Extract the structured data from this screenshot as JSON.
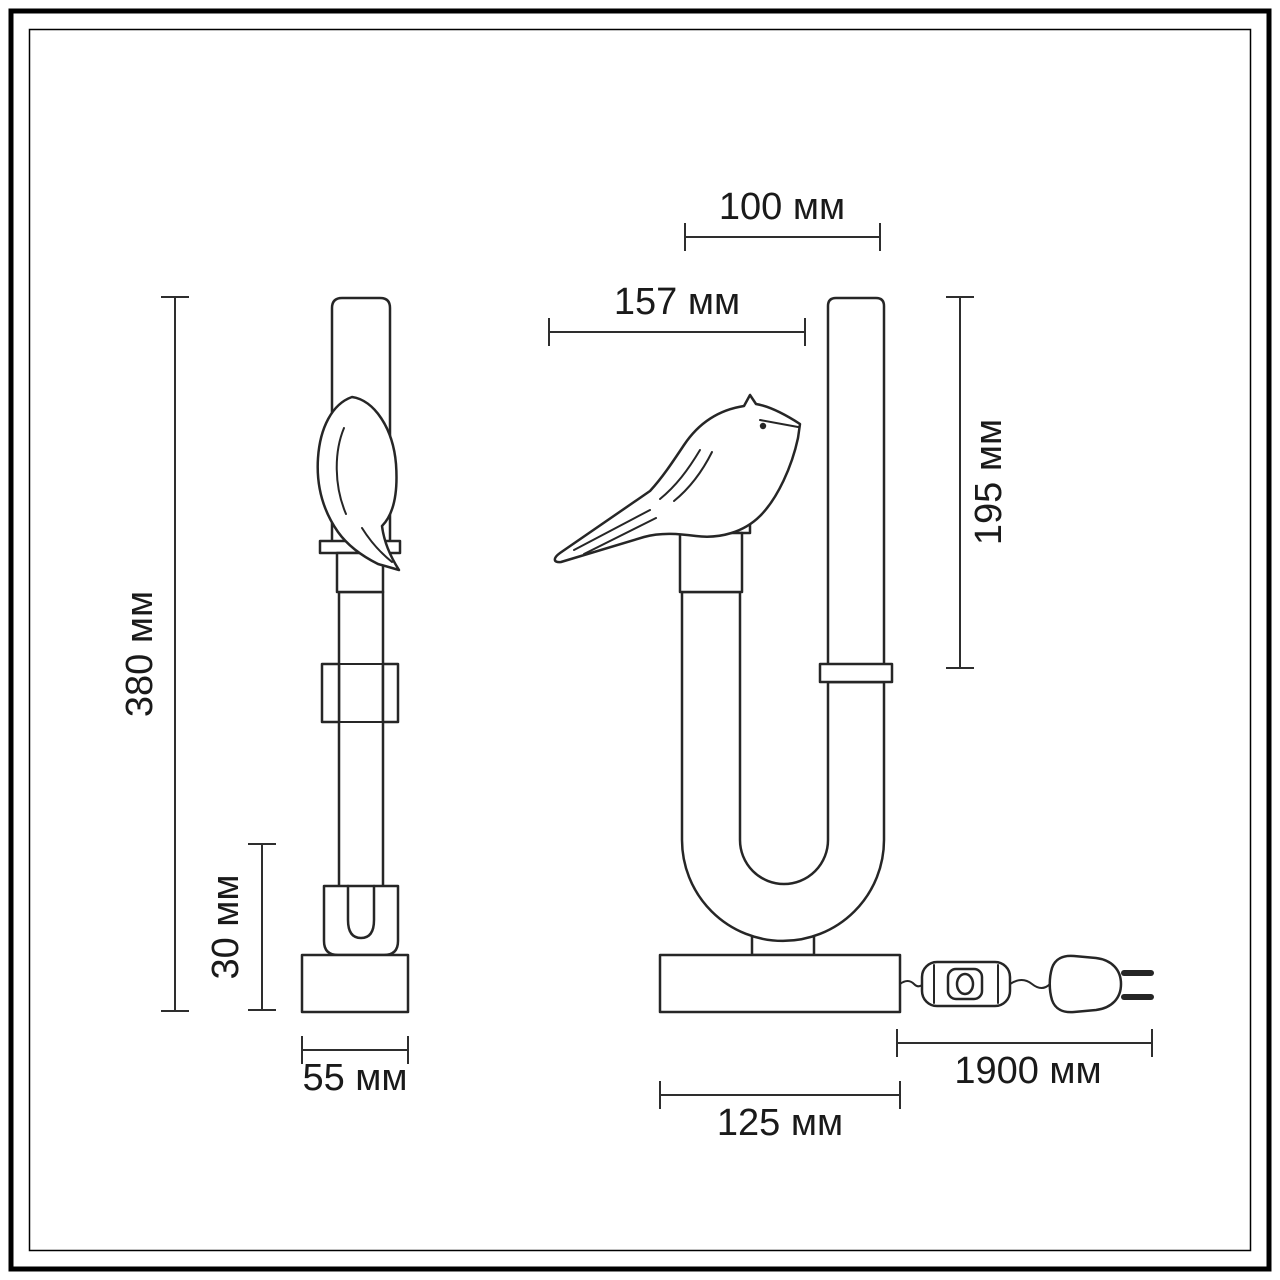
{
  "dimensions": {
    "total_height": "380 мм",
    "mount_height": "30 мм",
    "side_base_width": "55 мм",
    "top_width": "100 мм",
    "bird_length": "157 мм",
    "shade_height": "195 мм",
    "base_width": "125 мм",
    "cord_length": "1900 мм"
  }
}
